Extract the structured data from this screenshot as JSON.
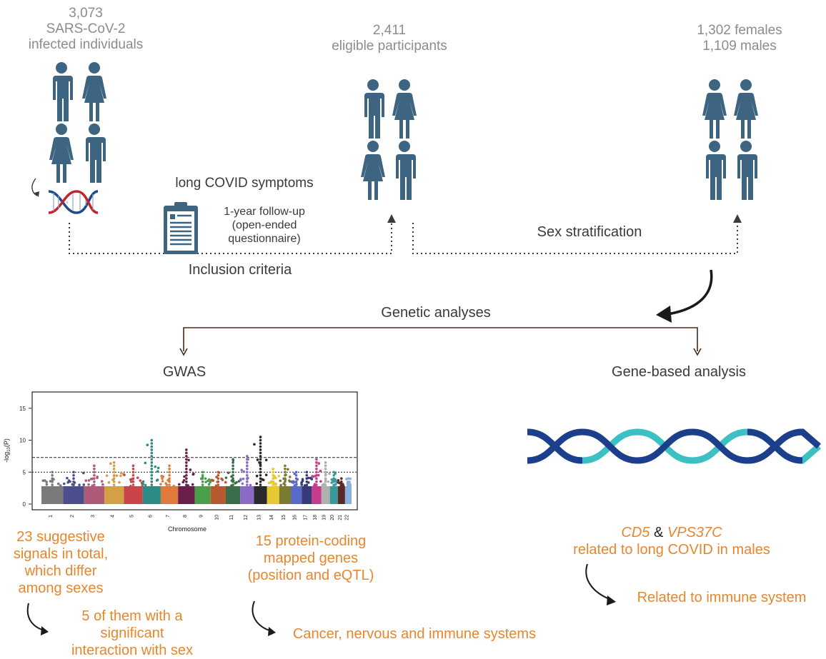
{
  "cohort": {
    "infected_count": "3,073",
    "infected_line2": "SARS-CoV-2",
    "infected_line3": "infected individuals",
    "eligible_count": "2,411",
    "eligible_label": "eligible participants",
    "females": "1,302 females",
    "males": "1,109 males"
  },
  "steps": {
    "long_covid": "long COVID symptoms",
    "followup_1": "1-year follow-up",
    "followup_2": "(open-ended",
    "followup_3": "questionnaire)",
    "inclusion": "Inclusion criteria",
    "sex_strat": "Sex stratification",
    "genetic": "Genetic analyses",
    "gwas": "GWAS",
    "gene_based": "Gene-based analysis"
  },
  "manhattan": {
    "xlabel": "Chromosome",
    "ylabel": "-log10(P)",
    "yticks": [
      "0",
      "5",
      "10",
      "15"
    ]
  },
  "results": {
    "gwas_1": "23 suggestive",
    "gwas_2": "signals in total,",
    "gwas_3": "which differ",
    "gwas_4": "among sexes",
    "sig_1": "5 of them with a",
    "sig_2": "significant",
    "sig_3": "interaction with sex",
    "genes_1": "15 protein-coding",
    "genes_2": "mapped genes",
    "genes_3": "(position and eQTL)",
    "systems": "Cancer, nervous and immune systems",
    "cd5": "CD5",
    "amp": " & ",
    "vps": "VPS37C",
    "males_line": "related to long COVID in males",
    "immune": "Related to immune system"
  },
  "chart_data": {
    "type": "scatter",
    "xlabel": "Chromosome",
    "ylabel": "-log10(P)",
    "ylim": [
      0,
      18
    ],
    "categories": [
      "1",
      "2",
      "3",
      "4",
      "5",
      "6",
      "7",
      "8",
      "9",
      "10",
      "11",
      "12",
      "13",
      "14",
      "15",
      "16",
      "17",
      "18",
      "19",
      "20",
      "21",
      "22"
    ],
    "peak_values": [
      5,
      5,
      6,
      6.5,
      6,
      10,
      6,
      8.5,
      5,
      5,
      7,
      7.5,
      10.5,
      5.5,
      6,
      5,
      5,
      7,
      6.5,
      5,
      4,
      4
    ],
    "reference_lines": [
      7.3,
      5
    ],
    "colors": [
      "#7a7a7a",
      "#4a4e8c",
      "#b05a7a",
      "#d4a046",
      "#c8454a",
      "#2e8a84",
      "#e07a3a",
      "#6a1f4a",
      "#4aa04a",
      "#b85a30",
      "#3a6e4a",
      "#8c6ac8",
      "#2a2a2a",
      "#e8c830",
      "#7a7a30",
      "#5a6ac8",
      "#3a3a7a",
      "#c83a8a",
      "#b0b0b0",
      "#3a9a9a",
      "#5a2a2a",
      "#8ab0e0"
    ]
  }
}
